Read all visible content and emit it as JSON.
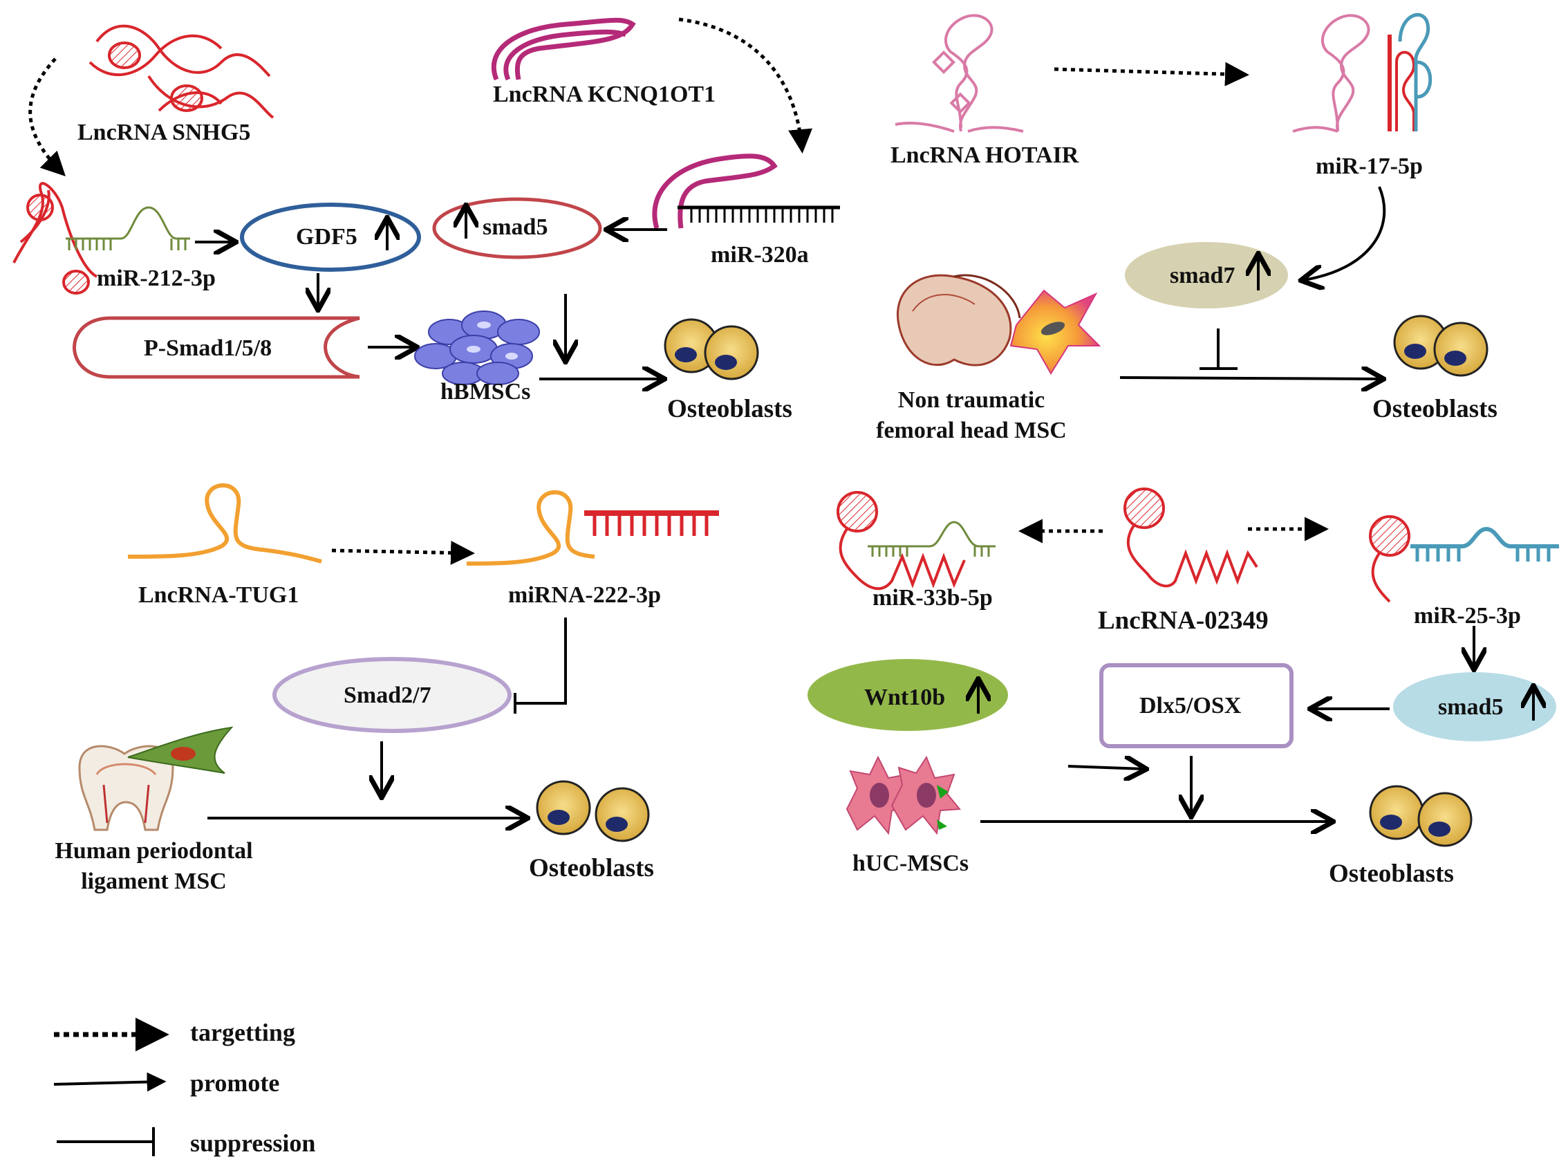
{
  "colors": {
    "dna_red": "#d9262c",
    "lnc_magenta": "#b52a78",
    "lnc_pink": "#d97aa6",
    "tug1_orange": "#f2a030",
    "gdf5_border": "#2f5f9a",
    "smad_border": "#c0454a",
    "smad7_fill": "#d6d1b0",
    "wnt10b_fill": "#93b84a",
    "smad5_fill": "#b7dce6",
    "box_border": "#a98fc2",
    "cell_yellow": "#e9c25a",
    "nucleus_blue": "#1f2a6b",
    "mir_green": "#6f8a3c",
    "mir_teal": "#4a9ab8"
  },
  "panel1": {
    "lnc_label": "LncRNA SNHG5",
    "mir_label": "miR-212-3p",
    "gdf5": "GDF5",
    "psmad": "P-Smad1/5/8",
    "cells": "hBMSCs",
    "osteoblasts": "Osteoblasts"
  },
  "panel2": {
    "lnc_label": "LncRNA KCNQ1OT1",
    "mir_label": "miR-320a",
    "smad5": "smad5"
  },
  "panel3": {
    "lnc_label": "LncRNA HOTAIR",
    "mir_label": "miR-17-5p",
    "smad7": "smad7",
    "source_line1": "Non traumatic",
    "source_line2": "femoral head MSC",
    "osteoblasts": "Osteoblasts"
  },
  "panel4": {
    "lnc_label": "LncRNA-TUG1",
    "mir_label": "miRNA-222-3p",
    "smad": "Smad2/7",
    "source_line1": "Human periodontal",
    "source_line2": "ligament MSC",
    "osteoblasts": "Osteoblasts"
  },
  "panel5": {
    "lnc_label": "LncRNA-02349",
    "mir_left": "miR-33b-5p",
    "mir_right": "miR-25-3p",
    "wnt": "Wnt10b",
    "dlx": "Dlx5/OSX",
    "smad5": "smad5",
    "cells": "hUC-MSCs",
    "osteoblasts": "Osteoblasts"
  },
  "legend": {
    "targeting": "targetting",
    "promote": "promote",
    "suppression": "suppression"
  },
  "icons": [
    "dna-helix-icon",
    "lncrna-strand-icon",
    "mirna-hairpin-icon",
    "osteoblast-cells-icon",
    "msc-cell-icon",
    "femoral-head-icon",
    "tooth-icon",
    "up-arrow-icon"
  ]
}
